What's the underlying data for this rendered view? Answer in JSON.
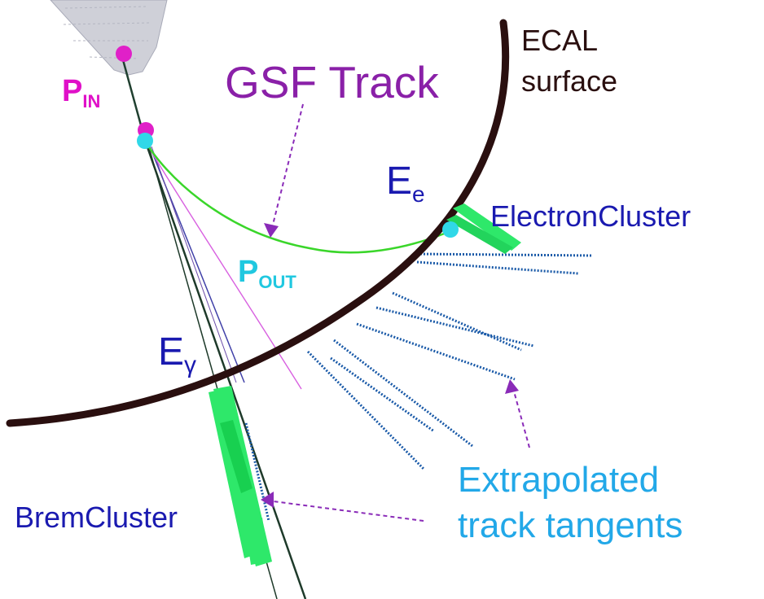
{
  "labels": {
    "gsf_track": "GSF Track",
    "ecal_line1": "ECAL",
    "ecal_line2": "surface",
    "p_in_main": "P",
    "p_in_sub": "IN",
    "p_out_main": "P",
    "p_out_sub": "OUT",
    "e_e_main": "E",
    "e_e_sub": "e",
    "e_gamma_main": "E",
    "e_gamma_sub": "γ",
    "electron_cluster": "ElectronCluster",
    "brem_cluster": "BremCluster",
    "extrapolated_line1": "Extrapolated",
    "extrapolated_line2": "track tangents"
  },
  "colors": {
    "ecal_surface": "#2a0f0f",
    "gsf_track": "#3ad62a",
    "cluster_green": "#2ee86a",
    "tangent_blue": "#1a5aa8",
    "arrow_purple": "#8a2bb8",
    "label_magenta": "#e010c8",
    "label_cyan": "#20c8e0",
    "label_navy": "#1a1ab0",
    "label_purple": "#8a20a8",
    "label_lightblue": "#22a8e8",
    "detector_gray": "#c8c8d0"
  }
}
